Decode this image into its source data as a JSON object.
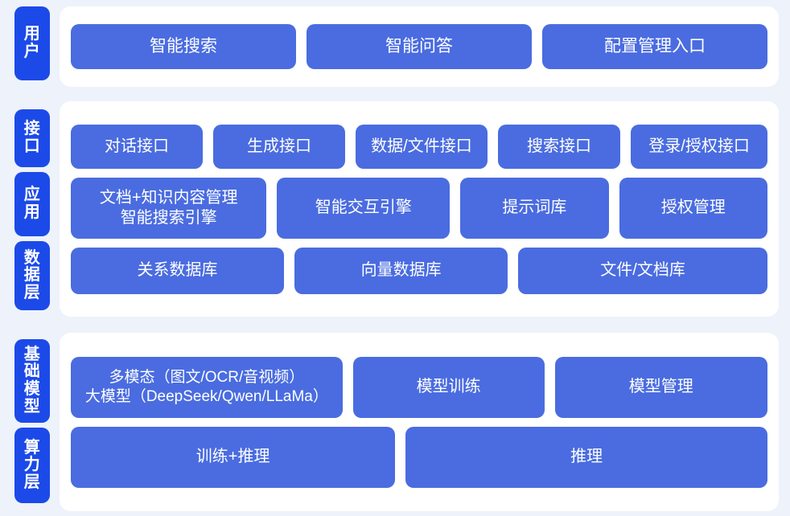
{
  "diagram": {
    "title": "AI platform layered architecture",
    "colors": {
      "page_background": "#eef2fa",
      "card_background": "#ffffff",
      "tab_blue": "#1c4ae8",
      "box_blue": "#4a6ce0",
      "text_on_blue": "#ffffff"
    }
  },
  "groups": [
    {
      "name": "user-group",
      "tabs": [
        {
          "label": "用户"
        }
      ],
      "rows": [
        {
          "name": "user-row",
          "boxes": [
            {
              "label": "智能搜索",
              "flex": 1
            },
            {
              "label": "智能问答",
              "flex": 1
            },
            {
              "label": "配置管理入口",
              "flex": 1
            }
          ]
        }
      ]
    },
    {
      "name": "platform-group",
      "tabs": [
        {
          "label": "接口"
        },
        {
          "label": "应用"
        },
        {
          "label": "数据层"
        }
      ],
      "rows": [
        {
          "name": "interface-row",
          "boxes": [
            {
              "label": "对话接口",
              "flex": 1
            },
            {
              "label": "生成接口",
              "flex": 1
            },
            {
              "label": "数据/文件接口",
              "flex": 1
            },
            {
              "label": "搜索接口",
              "flex": 0.92
            },
            {
              "label": "登录/授权接口",
              "flex": 1.04
            }
          ]
        },
        {
          "name": "application-row",
          "boxes": [
            {
              "label": "文档+知识内容管理\n智能搜索引擎",
              "flex": 1.35
            },
            {
              "label": "智能交互引擎",
              "flex": 1.18
            },
            {
              "label": "提示词库",
              "flex": 1
            },
            {
              "label": "授权管理",
              "flex": 1
            }
          ]
        },
        {
          "name": "data-row",
          "boxes": [
            {
              "label": "关系数据库",
              "flex": 1
            },
            {
              "label": "向量数据库",
              "flex": 1
            },
            {
              "label": "文件/文档库",
              "flex": 1.18
            }
          ]
        }
      ]
    },
    {
      "name": "infrastructure-group",
      "tabs": [
        {
          "label": "基础模型"
        },
        {
          "label": "算力层"
        }
      ],
      "rows": [
        {
          "name": "foundation-model-row",
          "boxes": [
            {
              "label": "多模态（图文/OCR/音视频）\n大模型（DeepSeek/Qwen/LLaMa）",
              "flex": 1.45
            },
            {
              "label": "模型训练",
              "flex": 1
            },
            {
              "label": "模型管理",
              "flex": 1.12
            }
          ]
        },
        {
          "name": "compute-row",
          "boxes": [
            {
              "label": "训练+推理",
              "flex": 1
            },
            {
              "label": "推理",
              "flex": 1.12
            }
          ]
        }
      ]
    }
  ]
}
